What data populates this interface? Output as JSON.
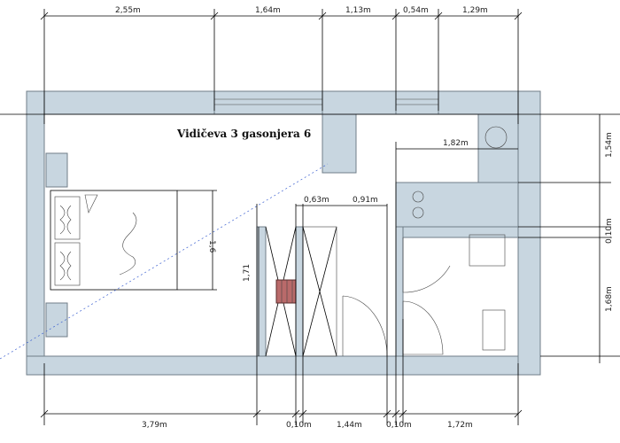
{
  "title": "Vidičeva 3 gasonjera 6",
  "dimensions": {
    "top": [
      "2,55m",
      "1,64m",
      "1,13m",
      "0,54m",
      "1,29m"
    ],
    "bottom": [
      "3,79m",
      "0,10m",
      "1,44m",
      "0,10m",
      "1,72m"
    ],
    "inner_bath": "1,82m",
    "inner_closet": [
      "0,63m",
      "0,91m"
    ],
    "bed_height": "1,6",
    "closet_height": "1,71",
    "right": [
      "1,54m",
      "0,10m",
      "1,68m"
    ]
  },
  "colors": {
    "wall": "#c8d6e0",
    "wall_edge": "#707e88",
    "heater": "#b96a6a"
  }
}
